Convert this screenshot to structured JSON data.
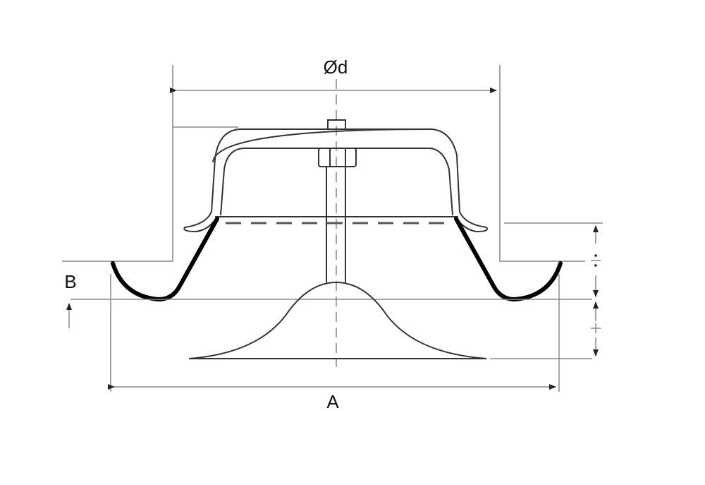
{
  "diagram": {
    "labels": {
      "diameter": "Ød",
      "width": "A",
      "height": "B"
    },
    "colors": {
      "line": "#333333",
      "dimension": "#888888",
      "background": "#ffffff"
    }
  }
}
